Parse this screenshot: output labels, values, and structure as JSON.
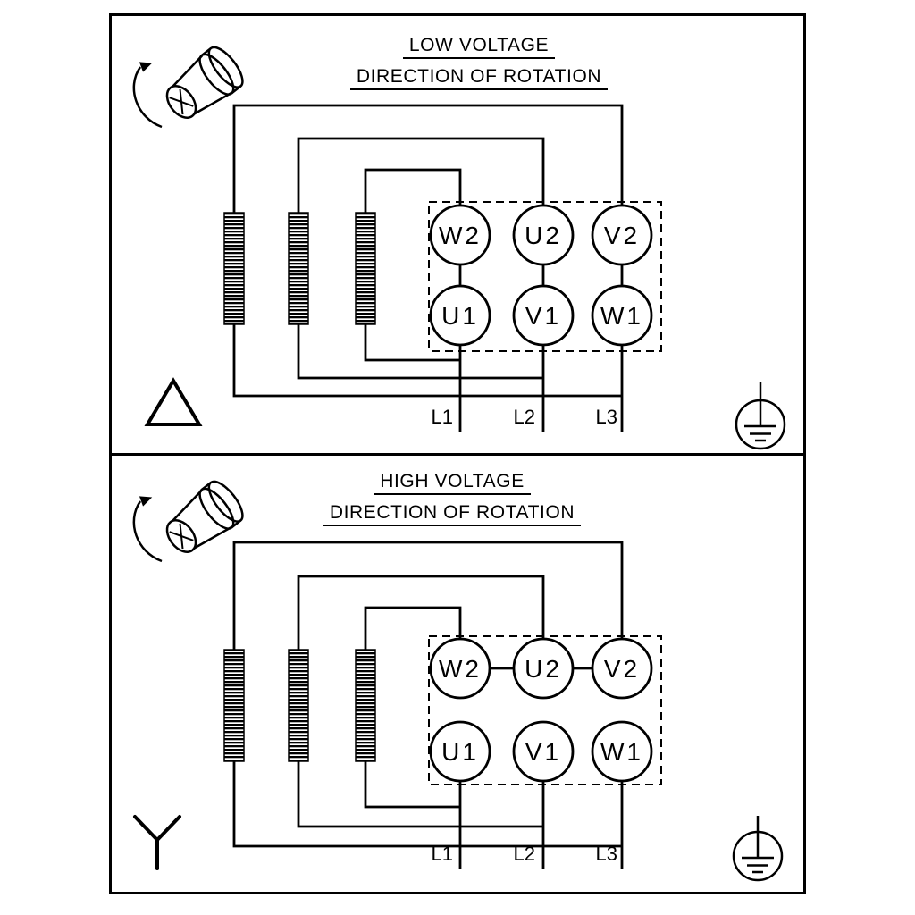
{
  "colors": {
    "line": "#000000",
    "background": "#ffffff"
  },
  "panels": [
    {
      "title": "LOW VOLTAGE",
      "subtitle": "DIRECTION OF ROTATION",
      "connection_symbol": "delta",
      "terminals_top": [
        "W2",
        "U2",
        "V2"
      ],
      "terminals_bottom": [
        "U1",
        "V1",
        "W1"
      ],
      "line_labels": [
        "L1",
        "L2",
        "L3"
      ]
    },
    {
      "title": "HIGH VOLTAGE",
      "subtitle": "DIRECTION OF ROTATION",
      "connection_symbol": "star",
      "terminals_top": [
        "W2",
        "U2",
        "V2"
      ],
      "terminals_bottom": [
        "U1",
        "V1",
        "W1"
      ],
      "line_labels": [
        "L1",
        "L2",
        "L3"
      ]
    }
  ]
}
